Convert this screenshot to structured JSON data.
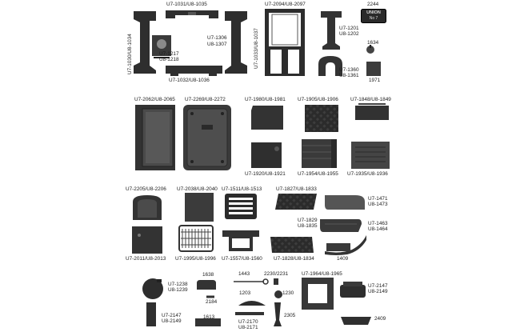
{
  "colors": {
    "part_dark": "#2b2b2b",
    "part_mid": "#4a4a4a",
    "part_light": "#6f6f6f",
    "background": "#ffffff"
  },
  "labels": {
    "u7_1031": "U7-1031/U8-1035",
    "u7_1030": "U7-1030/U8-1034",
    "u7_1217_a": "U7-1217",
    "u7_1217_b": "U8-1218",
    "u7_1306_a": "U7-1306",
    "u7_1306_b": "U8-1307",
    "u7_1033": "U7-1033/U8-1037",
    "u7_1032": "U7-1032/U8-1036",
    "u7_2094": "U7-2094/U8-2097",
    "u7_1201_a": "U7-1201",
    "u7_1201_b": "U8-1202",
    "p2244": "2244",
    "badge_line1": "UNION",
    "badge_line2": "No 7",
    "p1634": "1634",
    "u7_1360_a": "U7-1360",
    "u7_1360_b": "U8-1361",
    "p1971": "1971",
    "u7_2062": "U7-2062/U8-2065",
    "u7_2269": "U7-2269/U8-2272",
    "u7_1980": "U7-1980/U8-1981",
    "u7_1905": "U7-1905/U8-1906",
    "u7_1848": "U7-1848/U8-1849",
    "u7_1920": "U7-1920/U8-1921",
    "u7_1954": "U7-1954/U8-1955",
    "u7_1935": "U7-1935/U8-1936",
    "u7_2205": "U7-2205/U8-2206",
    "u7_2038": "U7-2038/U8-2040",
    "u7_1511": "U7-1511/U8-1513",
    "u7_1827": "U7-1827/U8-1833",
    "u7_1471_a": "U7-1471",
    "u7_1471_b": "U8-1473",
    "u7_1829_a": "U7-1829",
    "u7_1829_b": "U8-1835",
    "u7_1463_a": "U7-1463",
    "u7_1463_b": "U8-1464",
    "u7_2011": "U7-2011/U8-2013",
    "u7_1995": "U7-1995/U8-1996",
    "u7_1557": "U7-1557/U8-1560",
    "u7_1828": "U7-1828/U8-1834",
    "p1409": "1409",
    "p1638": "1638",
    "p1443": "1443",
    "p2230": "2230/2231",
    "u7_1964": "U7-1964/U8-1965",
    "u7_1238_a": "U7-1238",
    "u7_1238_b": "U8-1239",
    "p2184": "2184",
    "p1203": "1203",
    "p1230": "1230",
    "u7_2147a_a": "U7-2147",
    "u7_2147a_b": "U8-2149",
    "u7_2147b_a": "U7-2147",
    "u7_2147b_b": "U8-2149",
    "p1613": "1613",
    "u7_2170_a": "U7-2170",
    "u7_2170_b": "U8-2171",
    "p2305": "2305",
    "p2409": "2409"
  }
}
